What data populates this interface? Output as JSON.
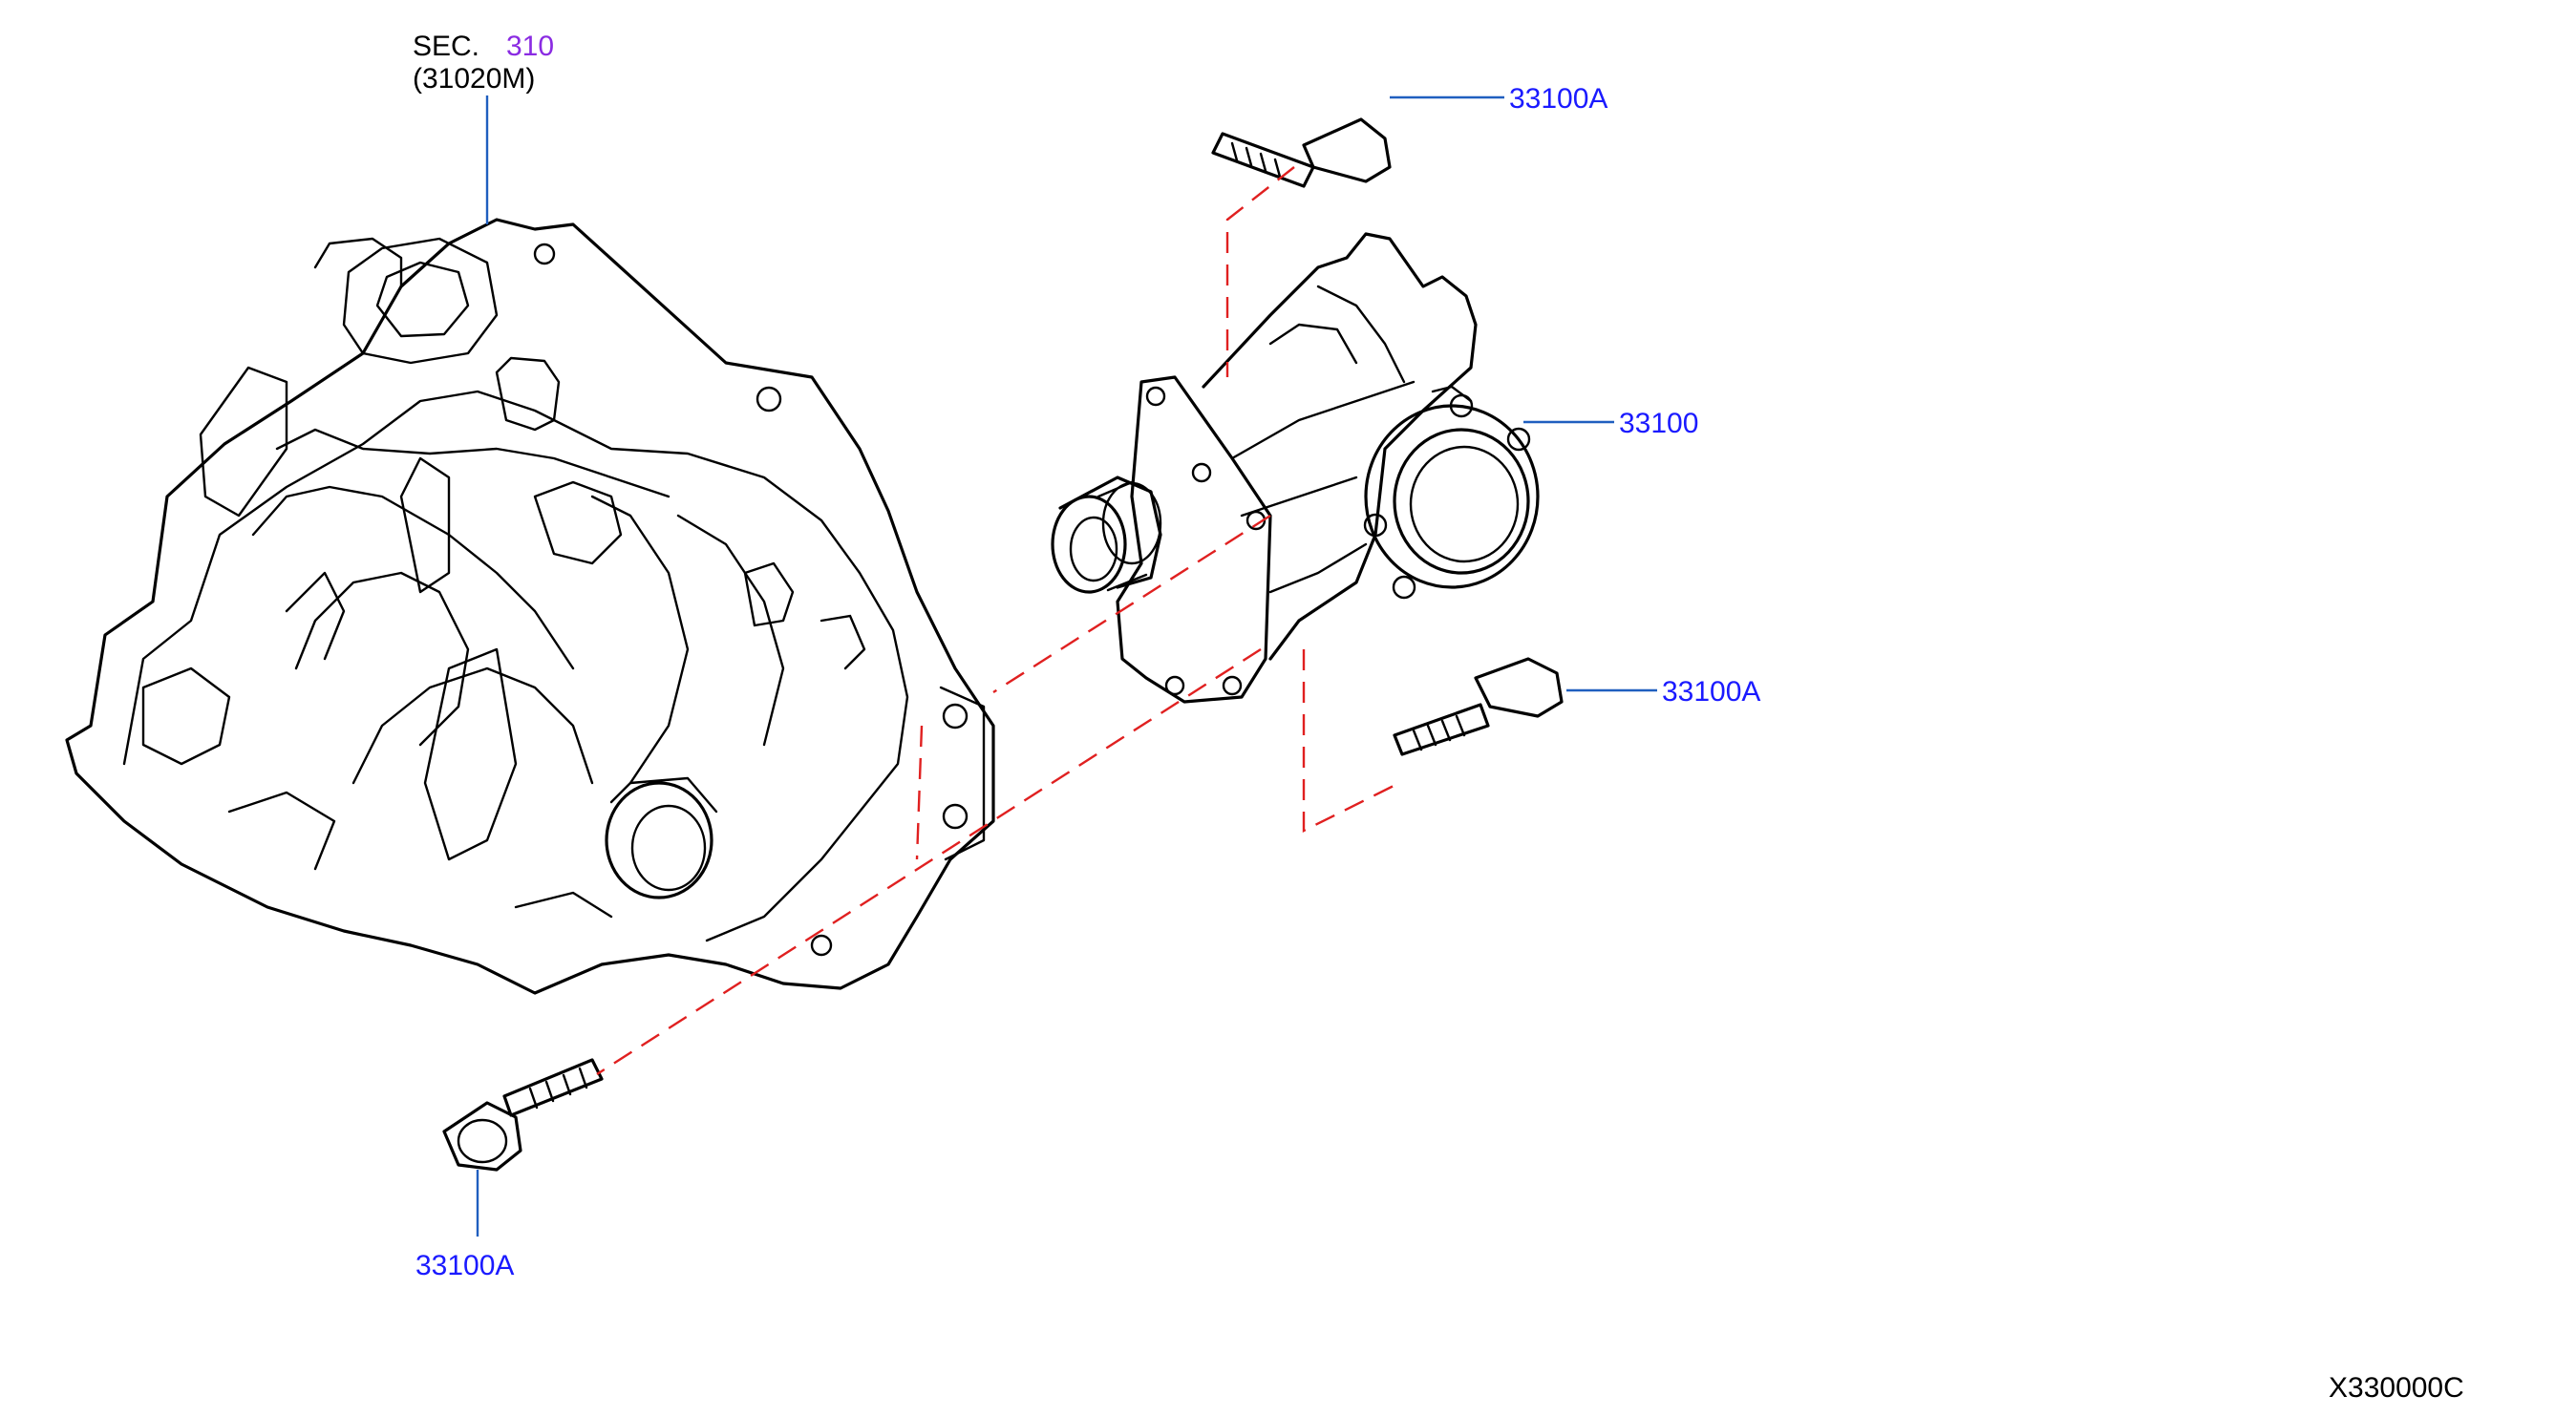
{
  "labels": {
    "sec_prefix": "SEC.",
    "sec_number": "310",
    "sec_sub": "(31020M)",
    "bolt_top": "33100A",
    "housing": "33100",
    "bolt_right": "33100A",
    "bolt_bottom": "33100A",
    "diagram_code": "X330000C"
  },
  "colors": {
    "part_number": "#1a1aff",
    "section_number": "#8a2be2",
    "text": "#000000",
    "leader_line": "#1f5fbf",
    "alignment_line": "#e02020"
  },
  "icons": [
    "transmission-case-icon",
    "transfer-housing-icon",
    "bolt-icon"
  ]
}
